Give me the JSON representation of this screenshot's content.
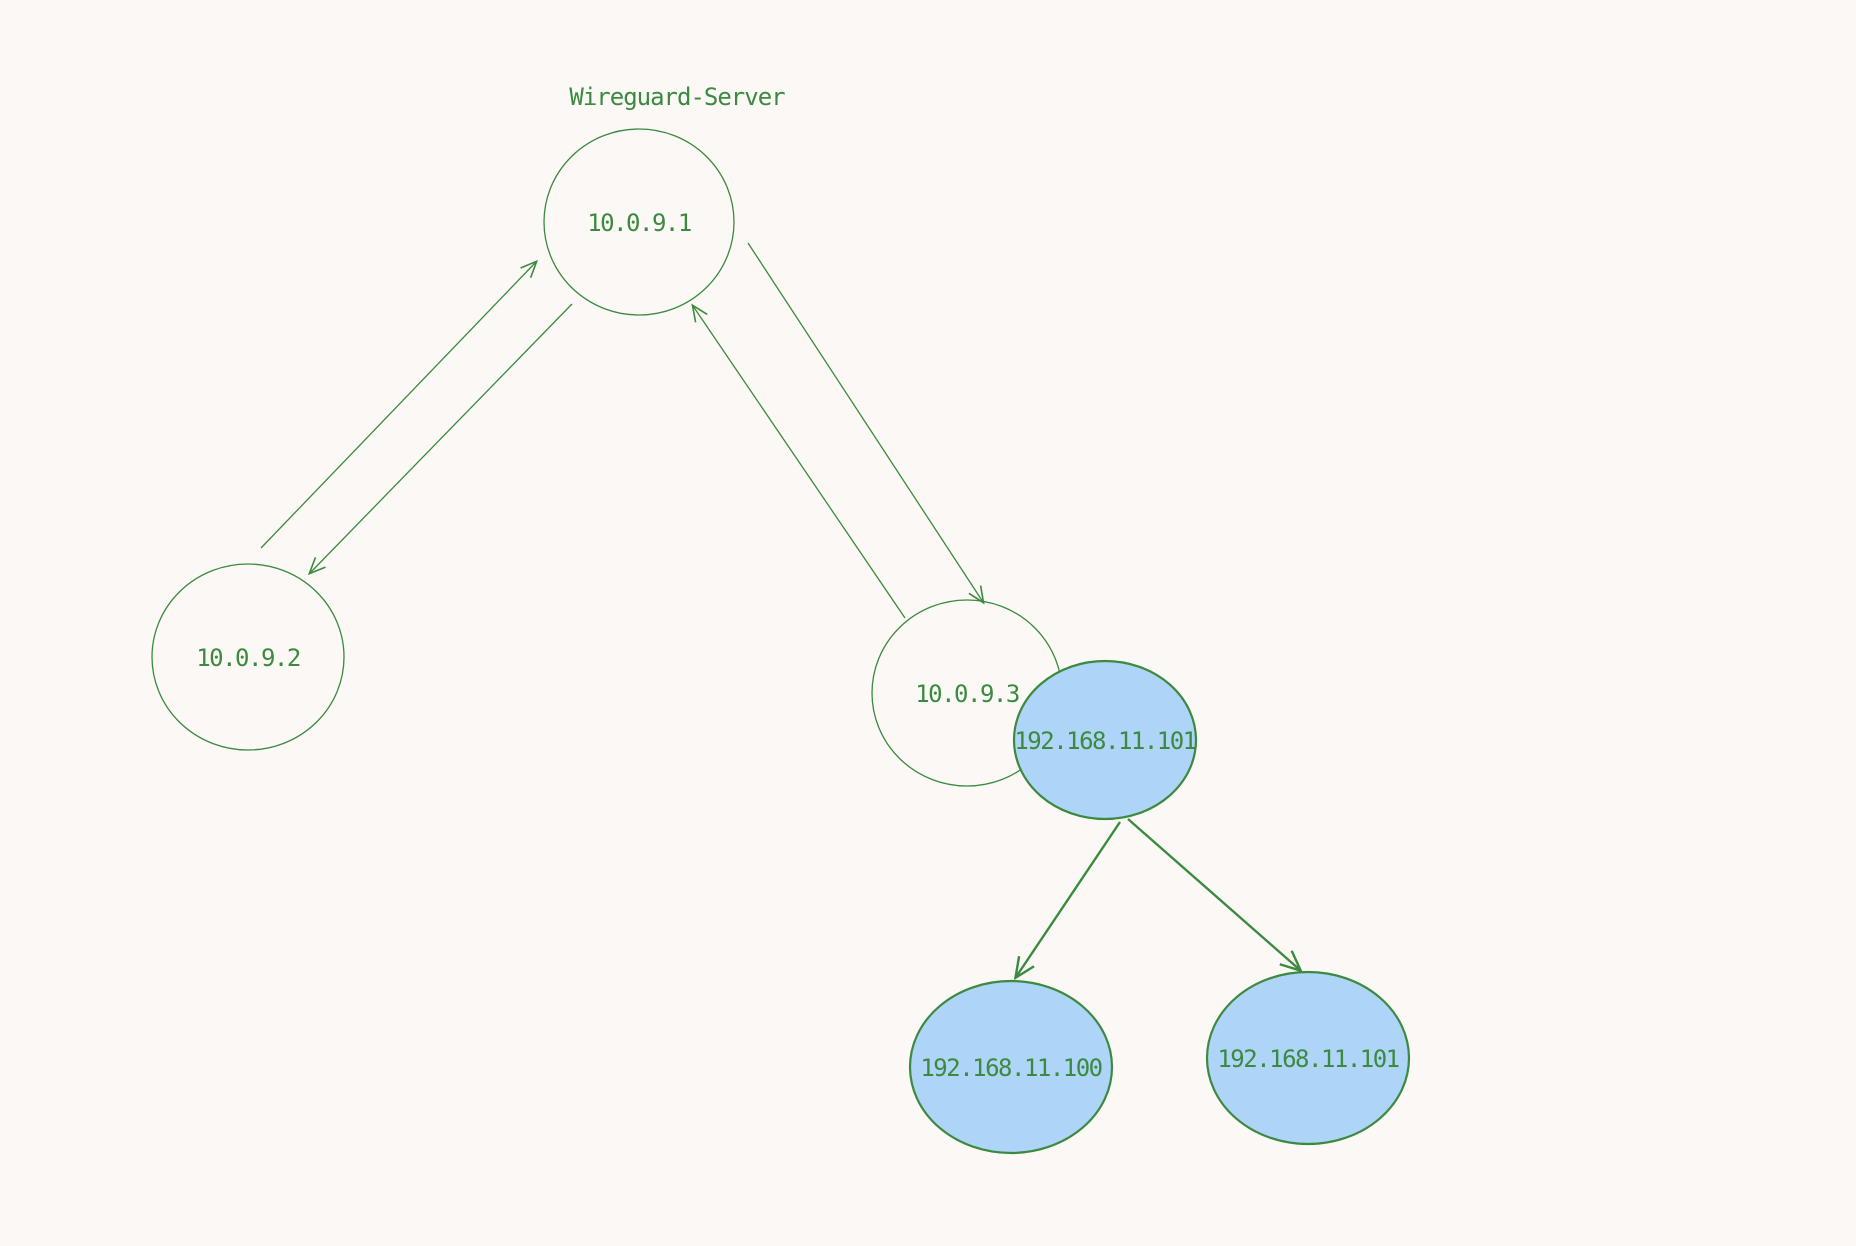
{
  "diagram": {
    "server_label": "Wireguard-Server",
    "nodes": [
      {
        "id": "server",
        "label": "10.0.9.1",
        "style": "empty"
      },
      {
        "id": "client-a",
        "label": "10.0.9.2",
        "style": "empty"
      },
      {
        "id": "client-b",
        "label": "10.0.9.3",
        "style": "empty"
      },
      {
        "id": "lan-gateway",
        "label": "192.168.11.101",
        "style": "filled"
      },
      {
        "id": "lan-host-1",
        "label": "192.168.11.100",
        "style": "filled"
      },
      {
        "id": "lan-host-2",
        "label": "192.168.11.101",
        "style": "filled"
      }
    ],
    "edges": [
      {
        "from": "client-a",
        "to": "server",
        "style": "thin"
      },
      {
        "from": "server",
        "to": "client-a",
        "style": "thin"
      },
      {
        "from": "client-b",
        "to": "server",
        "style": "thin"
      },
      {
        "from": "server",
        "to": "client-b",
        "style": "thin"
      },
      {
        "from": "lan-gateway",
        "to": "lan-host-1",
        "style": "thick"
      },
      {
        "from": "lan-gateway",
        "to": "lan-host-2",
        "style": "thick"
      }
    ],
    "colors": {
      "background": "#fbf8f5",
      "stroke": "#3b8a3f",
      "text": "#3b8a3f",
      "fill": "#aed4f7"
    }
  }
}
